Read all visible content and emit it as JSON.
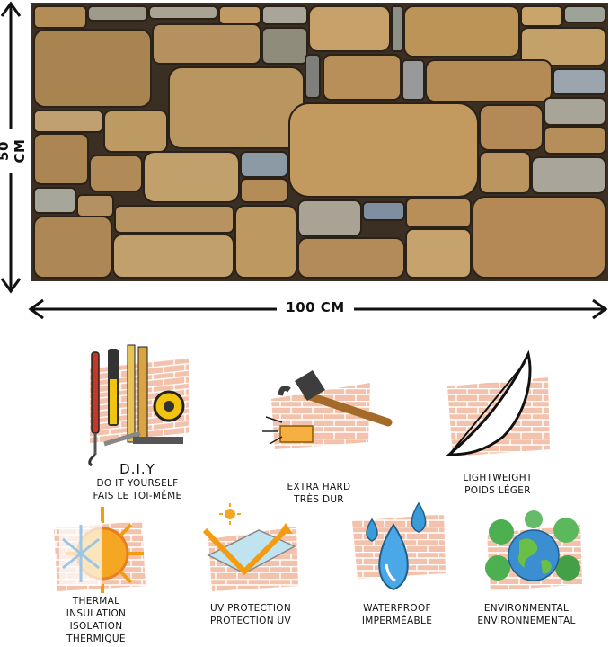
{
  "dimensions": {
    "height_label": "50 CM",
    "width_label": "100 CM"
  },
  "features": {
    "diy": {
      "title": "D.I.Y",
      "line1": "DO IT YOURSELF",
      "line2": "FAIS LE TOI-MÊME"
    },
    "extra_hard": {
      "line1": "EXTRA HARD",
      "line2": "TRÈS DUR"
    },
    "lightweight": {
      "line1": "LIGHTWEIGHT",
      "line2": "POIDS LÉGER"
    },
    "thermal": {
      "line1": "THERMAL",
      "line2": "INSULATION",
      "line3": "ISOLATION",
      "line4": "THERMIQUE"
    },
    "uv": {
      "line1": "UV PROTECTION",
      "line2": "PROTECTION UV"
    },
    "waterproof": {
      "line1": "WATERPROOF",
      "line2": "IMPERMÉABLE"
    },
    "environmental": {
      "line1": "ENVIRONMENTAL",
      "line2": "ENVIRONNEMENTAL"
    }
  },
  "colors": {
    "brick": "#f3c2ac",
    "mortar": "#ffffff",
    "stone_dark": "#3a2f22",
    "stone_light": "#b48c55"
  }
}
